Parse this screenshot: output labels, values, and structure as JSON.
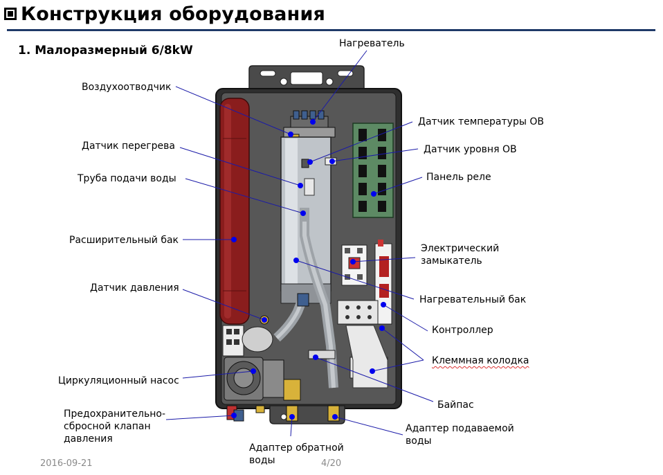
{
  "title": "Конструкция оборудования",
  "subtitle": "1. Малоразмерный  6/8kW",
  "labels": {
    "heater": "Нагреватель",
    "air_vent": "Воздухоотводчик",
    "flow_temp_sensor": "Датчик температуры ОВ",
    "overheat_sensor": "Датчик перегрева",
    "level_sensor": "Датчик уровня ОВ",
    "supply_pipe": "Труба подачи воды",
    "relay_panel": "Панель реле",
    "expansion_tank": "Расширительный бак",
    "contactor_line1": "Электрический",
    "contactor_line2": "замыкатель",
    "heating_tank": "Нагревательный бак",
    "pressure_sensor": "Датчик давления",
    "controller": "Контроллер",
    "terminal_block": "Клеммная колодка",
    "circ_pump": "Циркуляционный насос",
    "bypass": "Байпас",
    "safety_valve_line1": "Предохранительно-",
    "safety_valve_line2": "сбросной клапан",
    "safety_valve_line3": "давления",
    "supply_adapter_line1": "Адаптер подаваемой",
    "supply_adapter_line2": "воды",
    "return_adapter_line1": "Адаптер обратной",
    "return_adapter_line2": "воды"
  },
  "footer": {
    "date": "2016-09-21",
    "page": "4/20"
  },
  "colors": {
    "accent_rule": "#1f3a68",
    "leader": "#1a1aa8",
    "dot": "#0000ee",
    "enclosure": "#545454",
    "expansion_tank": "#8a1d1d",
    "relay_board": "#5d8a64"
  }
}
